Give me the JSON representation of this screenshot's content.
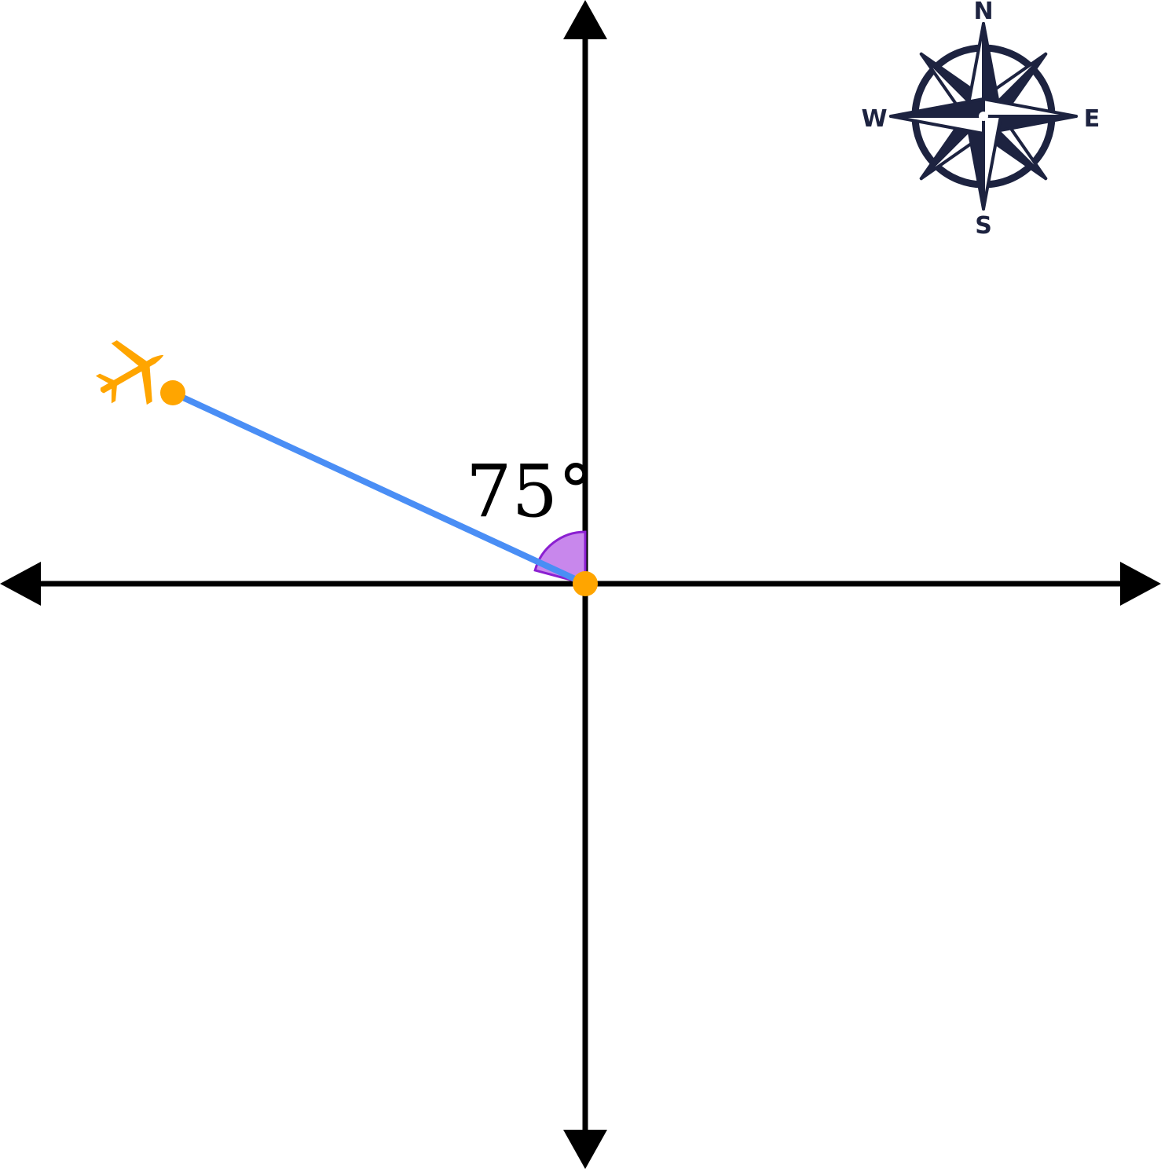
{
  "diagram": {
    "angle_label": "75°",
    "angle_degrees": 75,
    "colors": {
      "axes": "#000000",
      "path_line": "#4a8ef5",
      "points": "#ffa500",
      "plane": "#ffa500",
      "angle_fill": "#c887ec",
      "angle_stroke": "#8b1fd1",
      "compass": "#1d2340"
    }
  },
  "compass": {
    "north": "N",
    "south": "S",
    "east": "E",
    "west": "W"
  },
  "icons": {
    "plane": "airplane-icon",
    "compass": "compass-rose-icon"
  }
}
